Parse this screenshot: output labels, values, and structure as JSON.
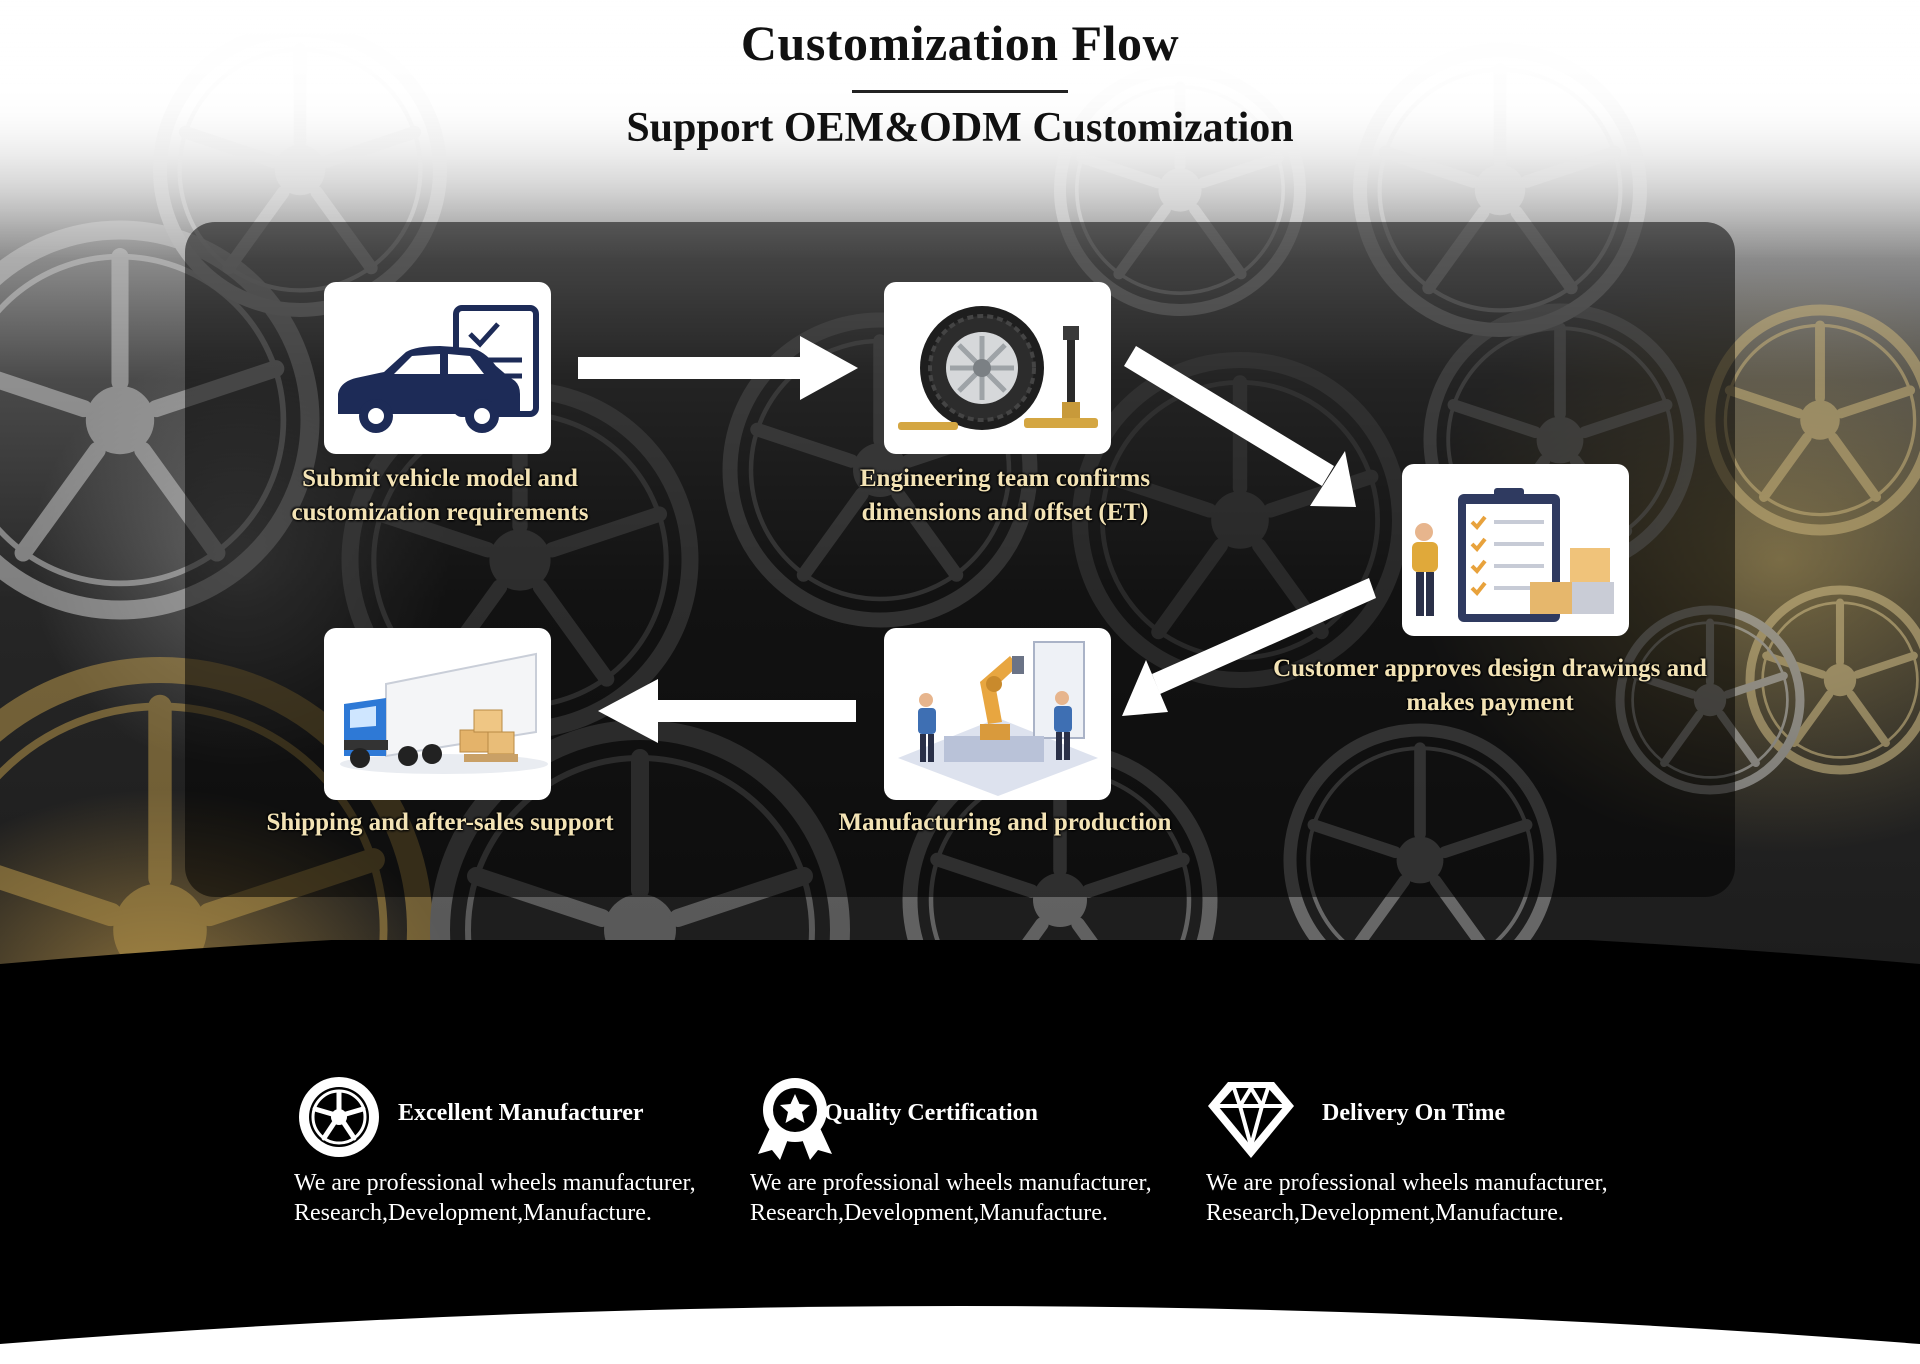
{
  "header": {
    "title": "Customization Flow",
    "subtitle": "Support OEM&ODM Customization"
  },
  "flow": {
    "steps": [
      {
        "label": "Submit vehicle model and customization requirements",
        "icon": "car-document-icon"
      },
      {
        "label": "Engineering team confirms dimensions and offset (ET)",
        "icon": "tire-shock-absorber-icon"
      },
      {
        "label": "Customer approves design drawings and makes payment",
        "icon": "clipboard-checklist-icon"
      },
      {
        "label": "Manufacturing and production",
        "icon": "robot-arm-factory-icon"
      },
      {
        "label": "Shipping and after-sales support",
        "icon": "delivery-truck-icon"
      }
    ]
  },
  "features": [
    {
      "title": "Excellent Manufacturer",
      "text": "We are professional wheels manufacturer, Research,Development,Manufacture.",
      "icon": "wheel-icon"
    },
    {
      "title": "Quality Certification",
      "text": "We are professional wheels manufacturer, Research,Development,Manufacture.",
      "icon": "award-ribbon-icon"
    },
    {
      "title": "Delivery On Time",
      "text": "We are professional wheels manufacturer, Research,Development,Manufacture.",
      "icon": "diamond-icon"
    }
  ],
  "colors": {
    "step_label": "#f3e3b5",
    "band_background": "#000000",
    "title_text": "#111111"
  }
}
